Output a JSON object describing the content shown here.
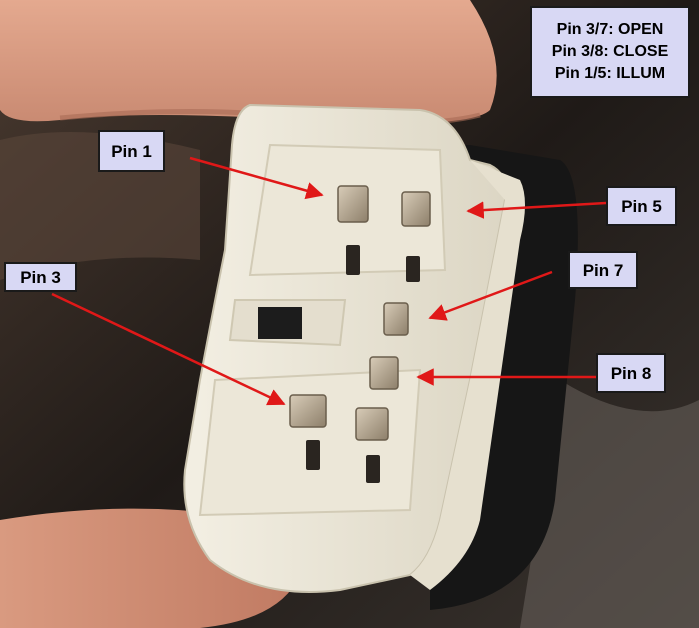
{
  "legend": {
    "lines": [
      "Pin 3/7: OPEN",
      "Pin 3/8: CLOSE",
      "Pin 1/5: ILLUM"
    ]
  },
  "labels": {
    "pin1": "Pin 1",
    "pin3": "Pin 3",
    "pin5": "Pin 5",
    "pin7": "Pin 7",
    "pin8": "Pin 8"
  },
  "colors": {
    "callout_fill": "#d8d8f4",
    "arrow": "#e01818",
    "connector": "#efeadb",
    "background": "#2a2420"
  }
}
